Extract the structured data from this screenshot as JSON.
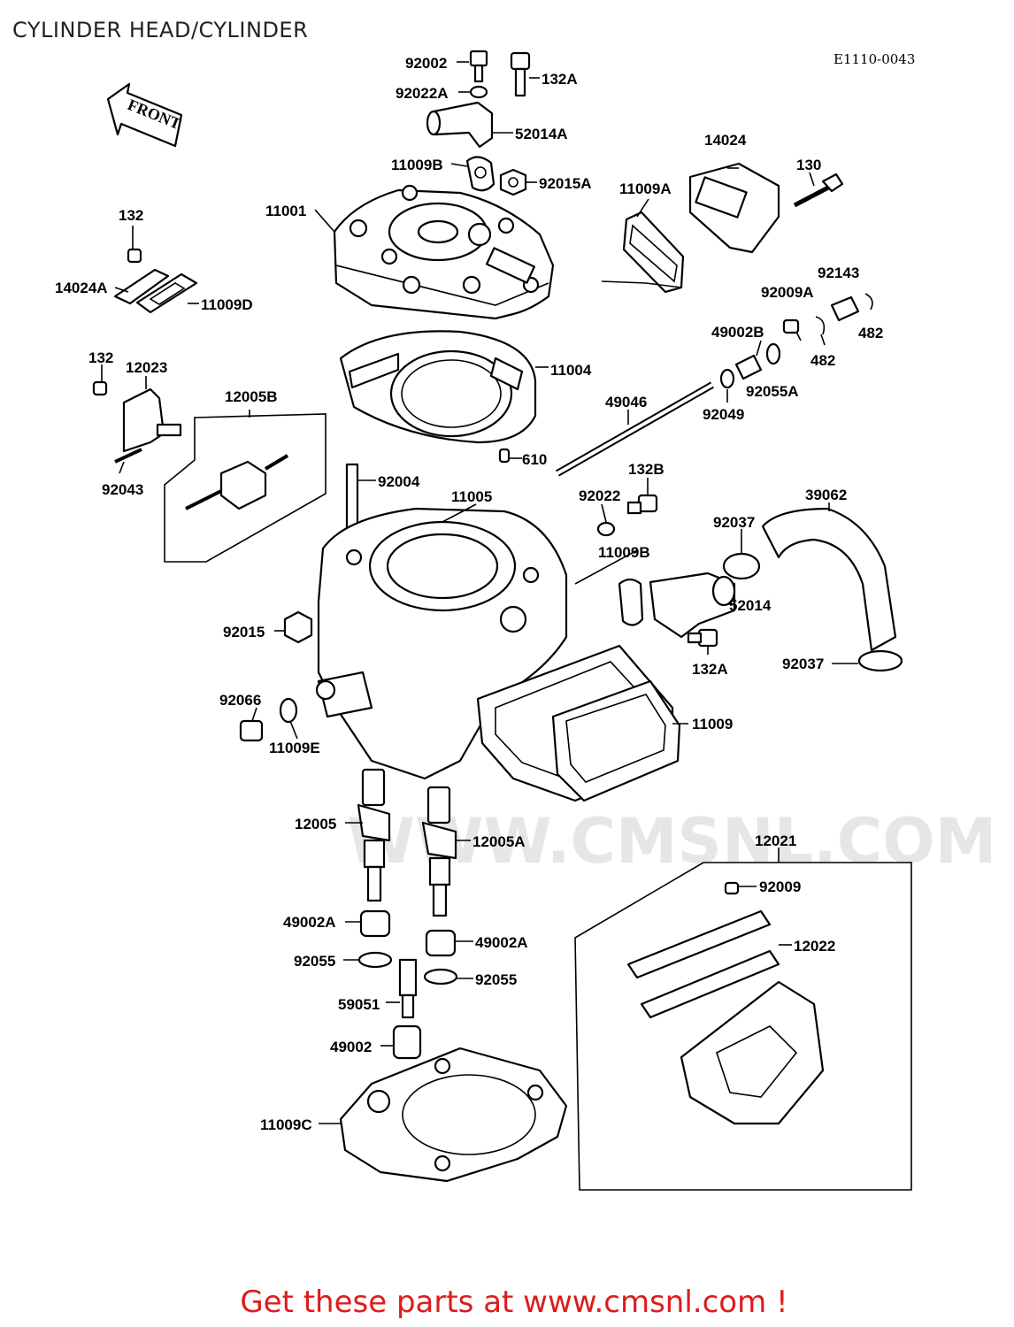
{
  "header": {
    "title": "CYLINDER HEAD/CYLINDER",
    "diagram_code": "E1110-0043",
    "front_marker": "FRONT"
  },
  "watermark": "WWW.CMSNL.COM",
  "footer": {
    "text": "Get these parts at www.cmsnl.com !"
  },
  "labels": {
    "p92002": "92002",
    "p132A_top": "132A",
    "p92022A": "92022A",
    "p52014A": "52014A",
    "p11009B_top": "11009B",
    "p92015A": "92015A",
    "p14024": "14024",
    "p130": "130",
    "p11009A": "11009A",
    "p132_top": "132",
    "p11001": "11001",
    "p14024A": "14024A",
    "p11009D": "11009D",
    "p92143": "92143",
    "p92009A": "92009A",
    "p482_right": "482",
    "p49002B": "49002B",
    "p482_left": "482",
    "p92055A": "92055A",
    "p132_mid": "132",
    "p12023": "12023",
    "p11004": "11004",
    "p12005B": "12005B",
    "p49046": "49046",
    "p92049": "92049",
    "p92043": "92043",
    "p610": "610",
    "p132B": "132B",
    "p92004": "92004",
    "p11005": "11005",
    "p92022": "92022",
    "p39062": "39062",
    "p92037_top": "92037",
    "p11009B_mid": "11009B",
    "p52014": "52014",
    "p92015": "92015",
    "p132A_mid": "132A",
    "p92037_bot": "92037",
    "p92066": "92066",
    "p11009": "11009",
    "p11009E": "11009E",
    "p12005": "12005",
    "p12005A": "12005A",
    "p12021": "12021",
    "p92009": "92009",
    "p49002A_left": "49002A",
    "p49002A_right": "49002A",
    "p12022": "12022",
    "p92055_left": "92055",
    "p92055_right": "92055",
    "p59051": "59051",
    "p49002": "49002",
    "p11009C": "11009C"
  }
}
